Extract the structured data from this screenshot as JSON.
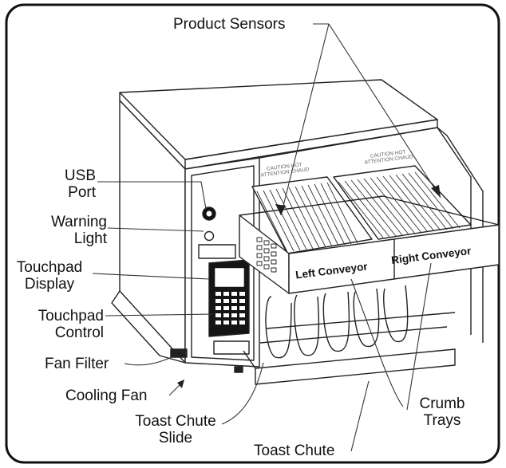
{
  "labels": {
    "product_sensors": "Product Sensors",
    "usb_port": [
      "USB",
      "Port"
    ],
    "warning_light": [
      "Warning",
      "Light"
    ],
    "touchpad_display": [
      "Touchpad",
      "Display"
    ],
    "touchpad_control": [
      "Touchpad",
      "Control"
    ],
    "fan_filter": "Fan Filter",
    "cooling_fan": "Cooling Fan",
    "toast_chute_slide": [
      "Toast Chute",
      "Slide"
    ],
    "toast_chute": "Toast Chute",
    "crumb_trays": [
      "Crumb",
      "Trays"
    ]
  },
  "panel_text": {
    "left_conveyor": "Left Conveyor",
    "right_conveyor": "Right Conveyor"
  },
  "caution_text": {
    "left": [
      "CAUTION HOT",
      "ATTENTION CHAUD"
    ],
    "right": [
      "CAUTION HOT",
      "ATTENTION CHAUD"
    ]
  }
}
